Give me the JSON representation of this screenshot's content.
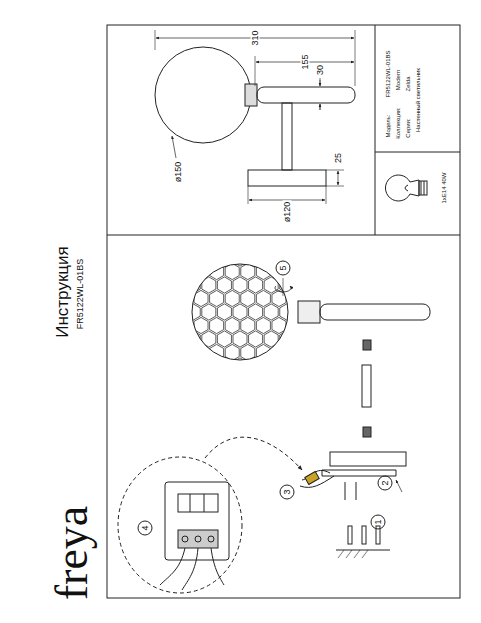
{
  "diagram": {
    "title": "Инструкция",
    "labels": [
      "FR5122WL-01BS",
      "310",
      "155",
      "30",
      "25",
      "ø150",
      "ø120",
      "Модель:",
      "FR5122WL-01BS",
      "Коллекция:",
      "Modern",
      "Серия:",
      "Zelda",
      "Настенный светильник",
      "1xE14 40W",
      "1",
      "2",
      "3",
      "4",
      "5",
      "freya"
    ]
  }
}
